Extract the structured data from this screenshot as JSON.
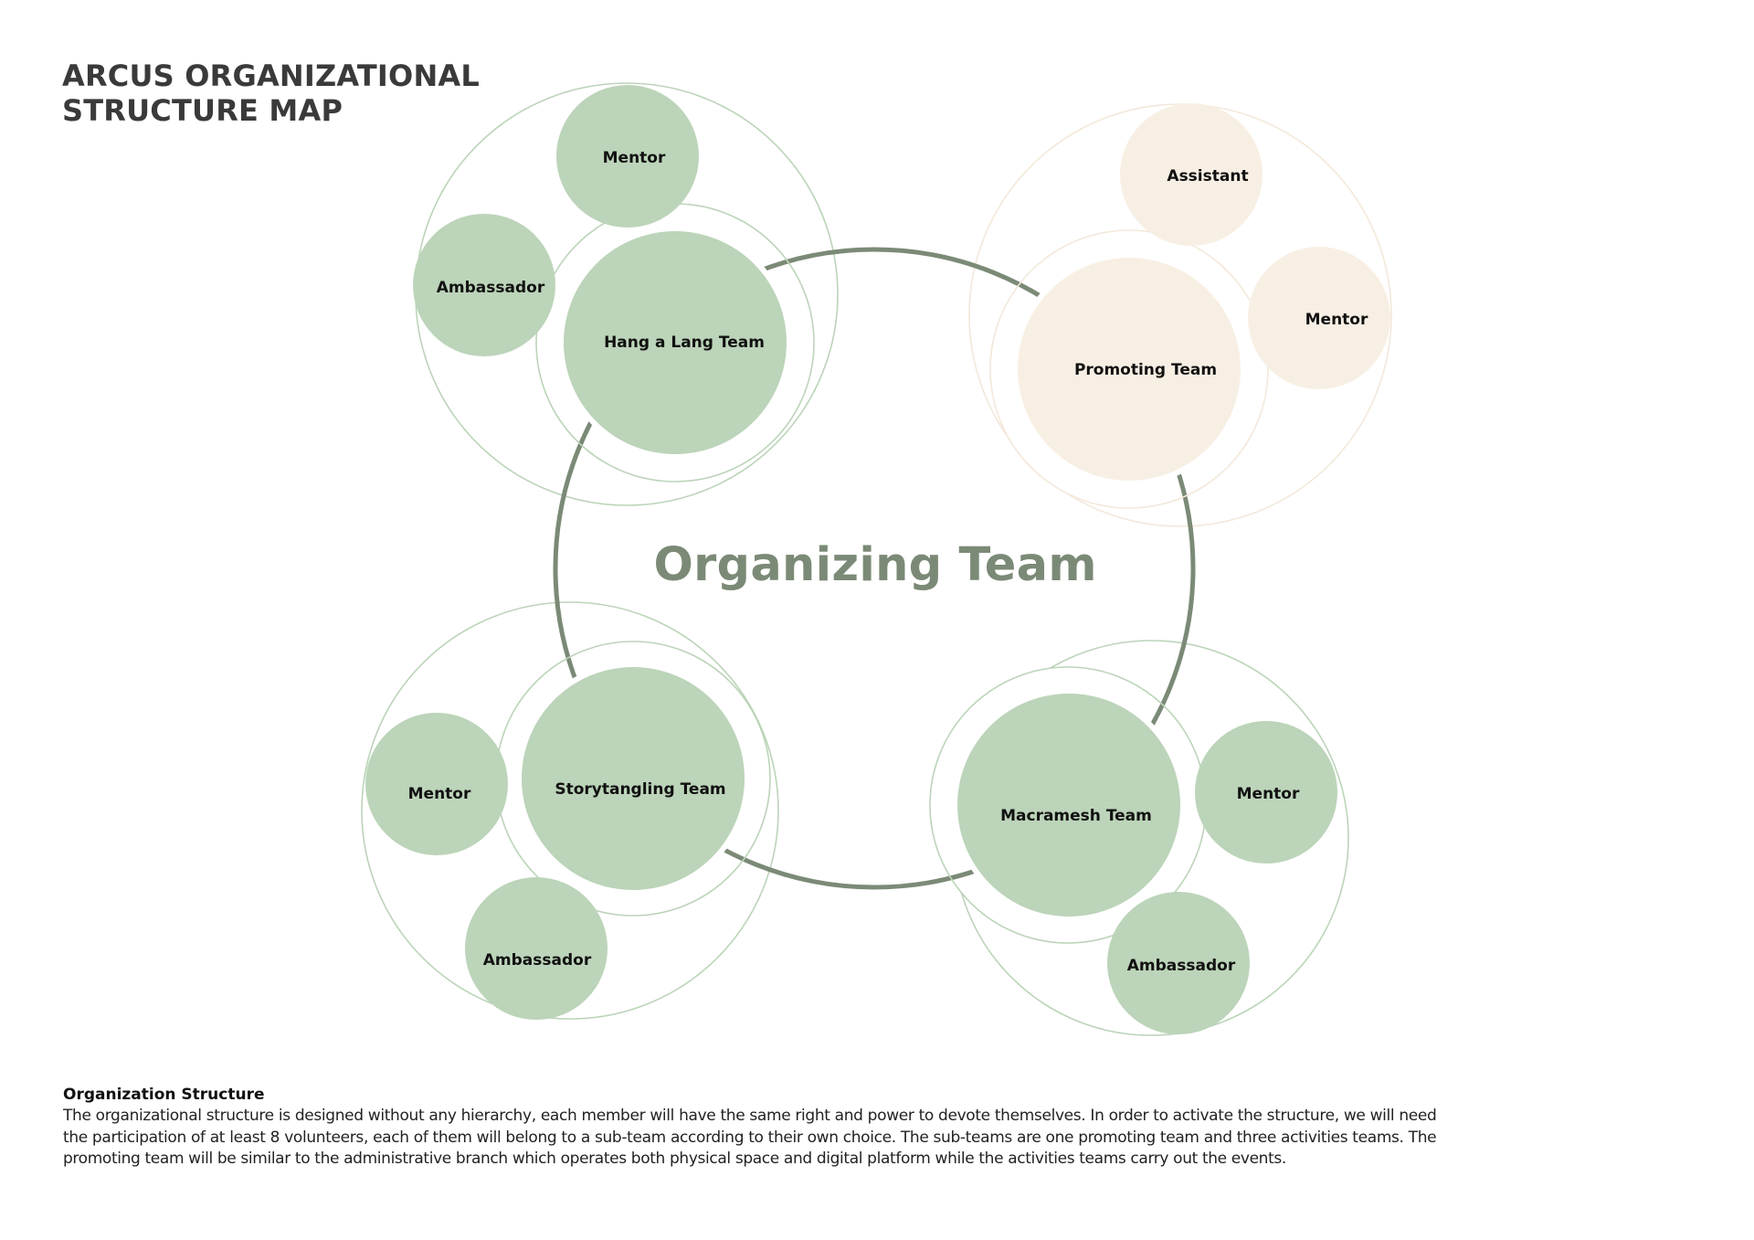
{
  "title": {
    "lines": [
      "ARCUS ORGANIZATIONAL",
      "STRUCTURE MAP"
    ]
  },
  "colors": {
    "activity_team": "#bcd4b9",
    "promoting_team": "#f8efe4",
    "central_ring": "#7b8a76",
    "title_text": "#3a3a3a"
  },
  "center": {
    "label": "Organizing Team"
  },
  "teams": [
    {
      "label": "Hang a Lang Team",
      "kind": "activity",
      "members": [
        "Mentor",
        "Ambassador"
      ]
    },
    {
      "label": "Promoting Team",
      "kind": "promoting",
      "members": [
        "Assistant",
        "Mentor"
      ]
    },
    {
      "label": "Storytangling Team",
      "kind": "activity",
      "members": [
        "Mentor",
        "Ambassador"
      ]
    },
    {
      "label": "Macramesh Team",
      "kind": "activity",
      "members": [
        "Mentor",
        "Ambassador"
      ]
    }
  ],
  "description": {
    "heading": "Organization Structure",
    "lines": [
      "The organizational structure is designed without any hierarchy, each member will have the same right and power to devote themselves. In order to activate the structure, we will need",
      "the participation of at least 8 volunteers, each of them will belong to a sub-team according to their own choice. The sub-teams are one promoting team and three activities teams. The",
      "promoting team will be similar to the administrative branch which operates both physical space and digital platform while the activities teams carry out the events."
    ]
  }
}
